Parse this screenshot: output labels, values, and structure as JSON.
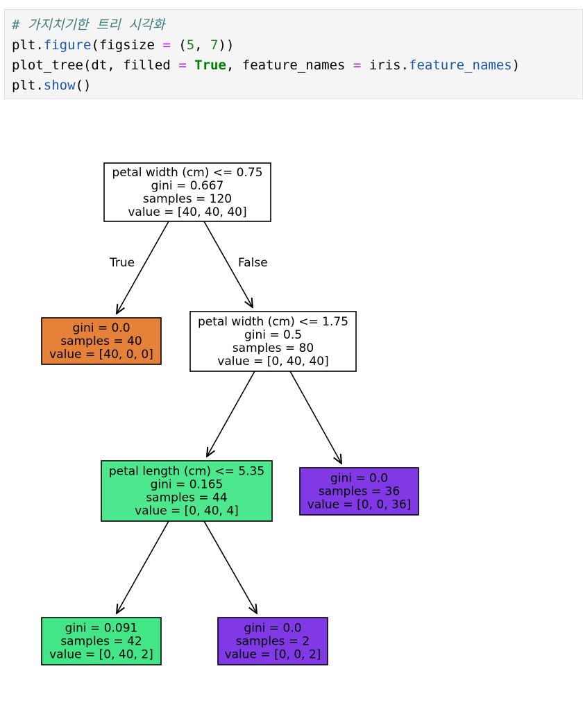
{
  "code_cell": {
    "lines": [
      [
        {
          "t": "# 가지치기한 트리 시각화",
          "c": "comment"
        }
      ],
      [
        {
          "t": "plt.",
          "c": ""
        },
        {
          "t": "figure",
          "c": "attr"
        },
        {
          "t": "(figsize ",
          "c": ""
        },
        {
          "t": "=",
          "c": "op"
        },
        {
          "t": " (",
          "c": ""
        },
        {
          "t": "5",
          "c": "num"
        },
        {
          "t": ", ",
          "c": ""
        },
        {
          "t": "7",
          "c": "num"
        },
        {
          "t": "))",
          "c": ""
        }
      ],
      [
        {
          "t": "plot_tree(dt, filled ",
          "c": ""
        },
        {
          "t": "=",
          "c": "op"
        },
        {
          "t": " ",
          "c": ""
        },
        {
          "t": "True",
          "c": "kw"
        },
        {
          "t": ", feature_names ",
          "c": ""
        },
        {
          "t": "=",
          "c": "op"
        },
        {
          "t": " iris.",
          "c": ""
        },
        {
          "t": "feature_names",
          "c": "attr"
        },
        {
          "t": ")",
          "c": ""
        }
      ],
      [
        {
          "t": "plt.",
          "c": ""
        },
        {
          "t": "show",
          "c": "attr"
        },
        {
          "t": "()",
          "c": ""
        }
      ]
    ]
  },
  "tree": {
    "nodes": [
      {
        "id": "root",
        "lines": [
          "petal width (cm) <= 0.75",
          "gini = 0.667",
          "samples = 120",
          "value = [40, 40, 40]"
        ],
        "fill": "#ffffff"
      },
      {
        "id": "left1",
        "lines": [
          "gini = 0.0",
          "samples = 40",
          "value = [40, 0, 0]"
        ],
        "fill": "#e58139"
      },
      {
        "id": "right1",
        "lines": [
          "petal width (cm) <= 1.75",
          "gini = 0.5",
          "samples = 80",
          "value = [0, 40, 40]"
        ],
        "fill": "#ffffff"
      },
      {
        "id": "rl",
        "lines": [
          "petal length (cm) <= 5.35",
          "gini = 0.165",
          "samples = 44",
          "value = [0, 40, 4]"
        ],
        "fill": "#4de88e"
      },
      {
        "id": "rr",
        "lines": [
          "gini = 0.0",
          "samples = 36",
          "value = [0, 0, 36]"
        ],
        "fill": "#8139e5"
      },
      {
        "id": "rll",
        "lines": [
          "gini = 0.091",
          "samples = 42",
          "value = [0, 40, 2]"
        ],
        "fill": "#43e687"
      },
      {
        "id": "rlr",
        "lines": [
          "gini = 0.0",
          "samples = 2",
          "value = [0, 0, 2]"
        ],
        "fill": "#8139e5"
      }
    ],
    "edge_labels": {
      "true": "True",
      "false": "False"
    }
  }
}
